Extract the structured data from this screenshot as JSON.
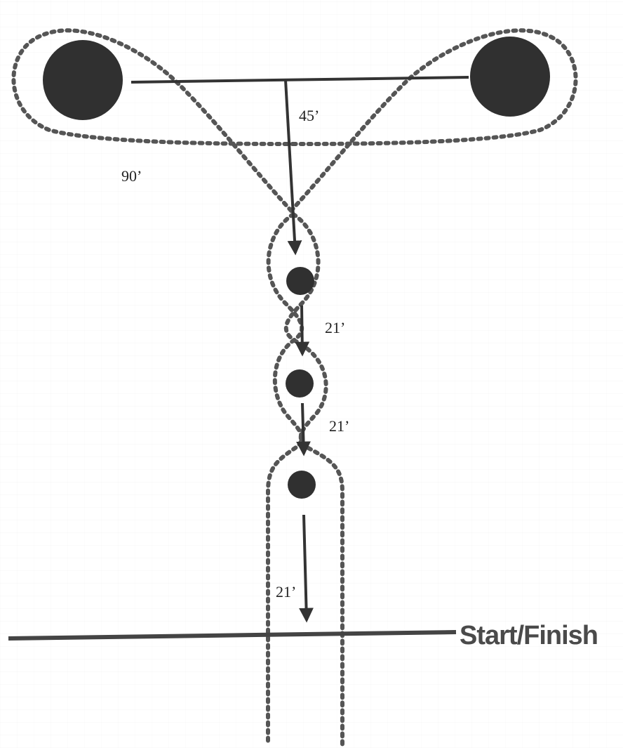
{
  "diagram": {
    "labels": {
      "barrel_to_barrel": "90’",
      "barrels_to_first_pole": "45’",
      "pole1_to_pole2": "21’",
      "pole2_to_pole3": "21’",
      "pole3_to_start": "21’",
      "start_finish": "Start/Finish"
    },
    "colors": {
      "marker": "#303030",
      "line": "#333333",
      "dotted_path": "#555555",
      "label_text": "#222222",
      "start_finish_text": "#4a4a4a"
    }
  }
}
